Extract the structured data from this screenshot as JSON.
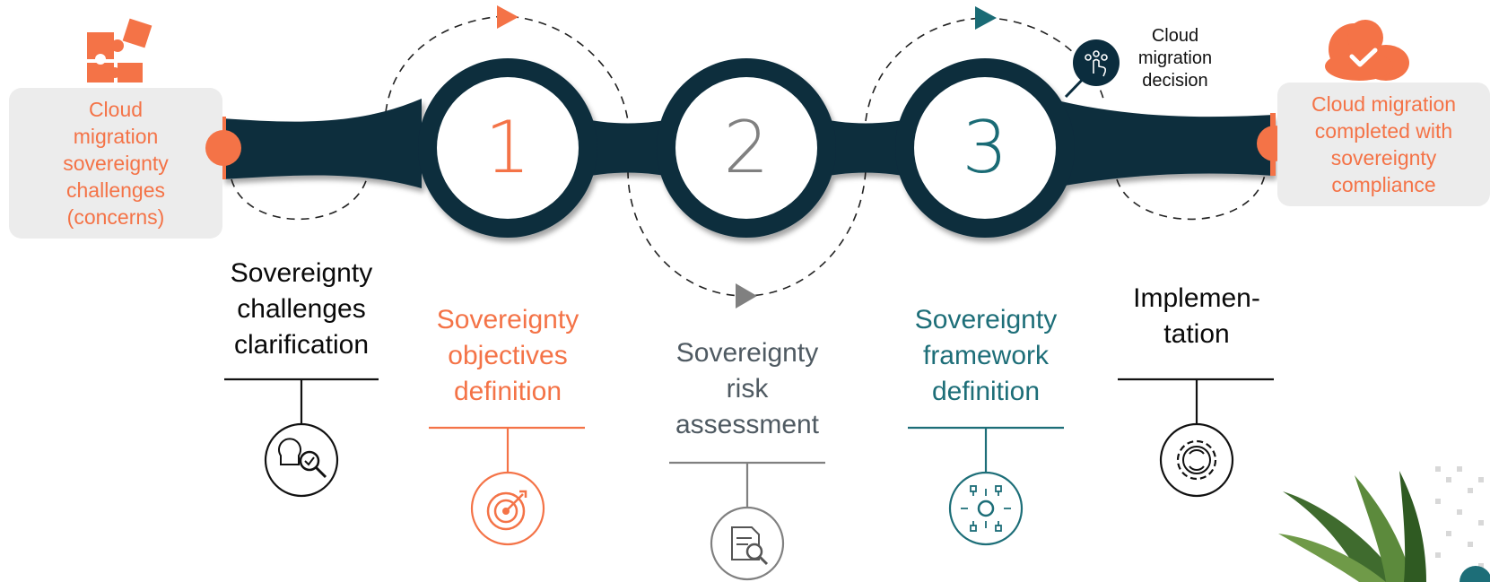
{
  "start_box": {
    "lines": [
      "Cloud",
      "migration",
      "sovereignty",
      "challenges",
      "(concerns)"
    ]
  },
  "end_box": {
    "lines": [
      "Cloud migration",
      "completed with",
      "sovereignty",
      "compliance"
    ]
  },
  "decision": {
    "lines": [
      "Cloud",
      "migration",
      "decision"
    ]
  },
  "steps": [
    {
      "number": "1",
      "color": "#f47347"
    },
    {
      "number": "2",
      "color": "#808080"
    },
    {
      "number": "3",
      "color": "#1a6b75"
    }
  ],
  "phases": [
    {
      "lines": [
        "Sovereignty",
        "challenges",
        "clarification"
      ],
      "icon": "lightbulb-magnifier-icon",
      "color": "#0a0a0a"
    },
    {
      "lines": [
        "Sovereignty",
        "objectives",
        "definition"
      ],
      "icon": "target-arrow-icon",
      "color": "#f47347"
    },
    {
      "lines": [
        "Sovereignty",
        "risk",
        "assessment"
      ],
      "icon": "document-search-icon",
      "color": "#4f5a62"
    },
    {
      "lines": [
        "Sovereignty",
        "framework",
        "definition"
      ],
      "icon": "network-gear-icon",
      "color": "#1d6e78"
    },
    {
      "lines": [
        "Implemen-",
        "tation"
      ],
      "icon": "gear-cycle-icon",
      "color": "#0a0a0a"
    }
  ],
  "colors": {
    "band": "#0b2d3e",
    "accent": "#f47347",
    "teal": "#1a6b75",
    "gray": "#808080"
  },
  "decorations": [
    "puzzle-icon",
    "cloud-check-icon",
    "palm-leaf",
    "pixel-dots"
  ]
}
